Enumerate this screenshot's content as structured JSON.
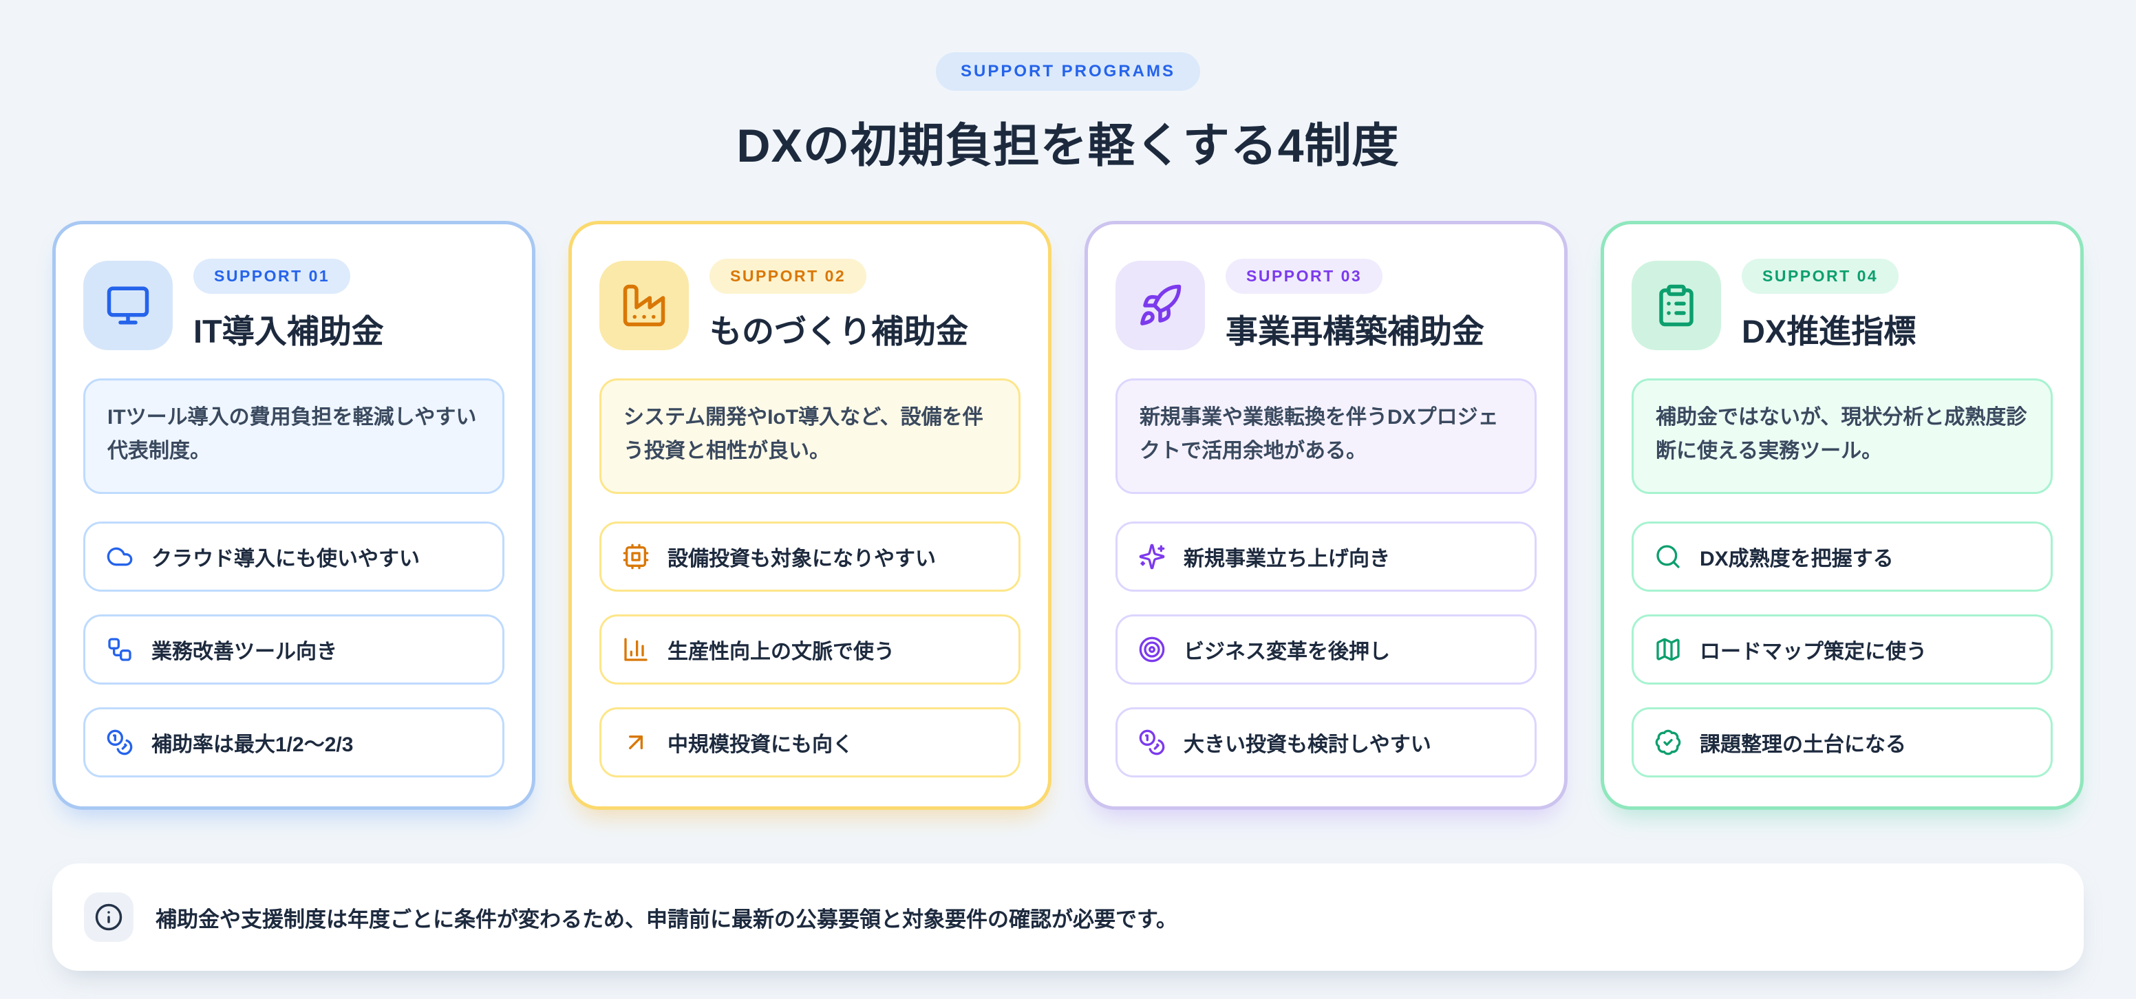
{
  "header": {
    "badge": "SUPPORT PROGRAMS",
    "title": "DXの初期負担を軽くする4制度"
  },
  "cards": [
    {
      "badge": "SUPPORT 01",
      "title": "IT導入補助金",
      "icon": "monitor-icon",
      "theme": {
        "name": "blue",
        "accent": "#2563eb",
        "card_border": "#a8c8f3",
        "tile_bg": "#d6e6fa",
        "panel_bg": "#eff6ff",
        "panel_border": "#bfdbfe"
      },
      "description": "ITツール導入の費用負担を軽減しやすい代表制度。",
      "features": [
        {
          "icon": "cloud-icon",
          "label": "クラウド導入にも使いやすい"
        },
        {
          "icon": "workflow-icon",
          "label": "業務改善ツール向き"
        },
        {
          "icon": "coins-icon",
          "label": "補助率は最大1/2〜2/3"
        }
      ]
    },
    {
      "badge": "SUPPORT 02",
      "title": "ものづくり補助金",
      "icon": "factory-icon",
      "theme": {
        "name": "amber",
        "accent": "#d97706",
        "card_border": "#fbd96e",
        "tile_bg": "#fbe9a9",
        "panel_bg": "#fefae8",
        "panel_border": "#fde68a"
      },
      "description": "システム開発やIoT導入など、設備を伴う投資と相性が良い。",
      "features": [
        {
          "icon": "cpu-icon",
          "label": "設備投資も対象になりやすい"
        },
        {
          "icon": "bar-chart-icon",
          "label": "生産性向上の文脈で使う"
        },
        {
          "icon": "arrow-up-right-icon",
          "label": "中規模投資にも向く"
        }
      ]
    },
    {
      "badge": "SUPPORT 03",
      "title": "事業再構築補助金",
      "icon": "rocket-icon",
      "theme": {
        "name": "violet",
        "accent": "#7c3aed",
        "card_border": "#cdc3ef",
        "tile_bg": "#ebe6fb",
        "panel_bg": "#f5f2fe",
        "panel_border": "#ddd6fe"
      },
      "description": "新規事業や業態転換を伴うDXプロジェクトで活用余地がある。",
      "features": [
        {
          "icon": "sparkles-icon",
          "label": "新規事業立ち上げ向き"
        },
        {
          "icon": "target-icon",
          "label": "ビジネス変革を後押し"
        },
        {
          "icon": "coins-icon",
          "label": "大きい投資も検討しやすい"
        }
      ]
    },
    {
      "badge": "SUPPORT 04",
      "title": "DX推進指標",
      "icon": "clipboard-list-icon",
      "theme": {
        "name": "green",
        "accent": "#0d9f6e",
        "card_border": "#8fe7bd",
        "tile_bg": "#cff3e0",
        "panel_bg": "#ecfdf4",
        "panel_border": "#a7f3d0"
      },
      "description": "補助金ではないが、現状分析と成熟度診断に使える実務ツール。",
      "features": [
        {
          "icon": "search-icon",
          "label": "DX成熟度を把握する"
        },
        {
          "icon": "map-icon",
          "label": "ロードマップ策定に使う"
        },
        {
          "icon": "badge-check-icon",
          "label": "課題整理の土台になる"
        }
      ]
    }
  ],
  "footer": {
    "note": "補助金や支援制度は年度ごとに条件が変わるため、申請前に最新の公募要領と対象要件の確認が必要です。"
  }
}
